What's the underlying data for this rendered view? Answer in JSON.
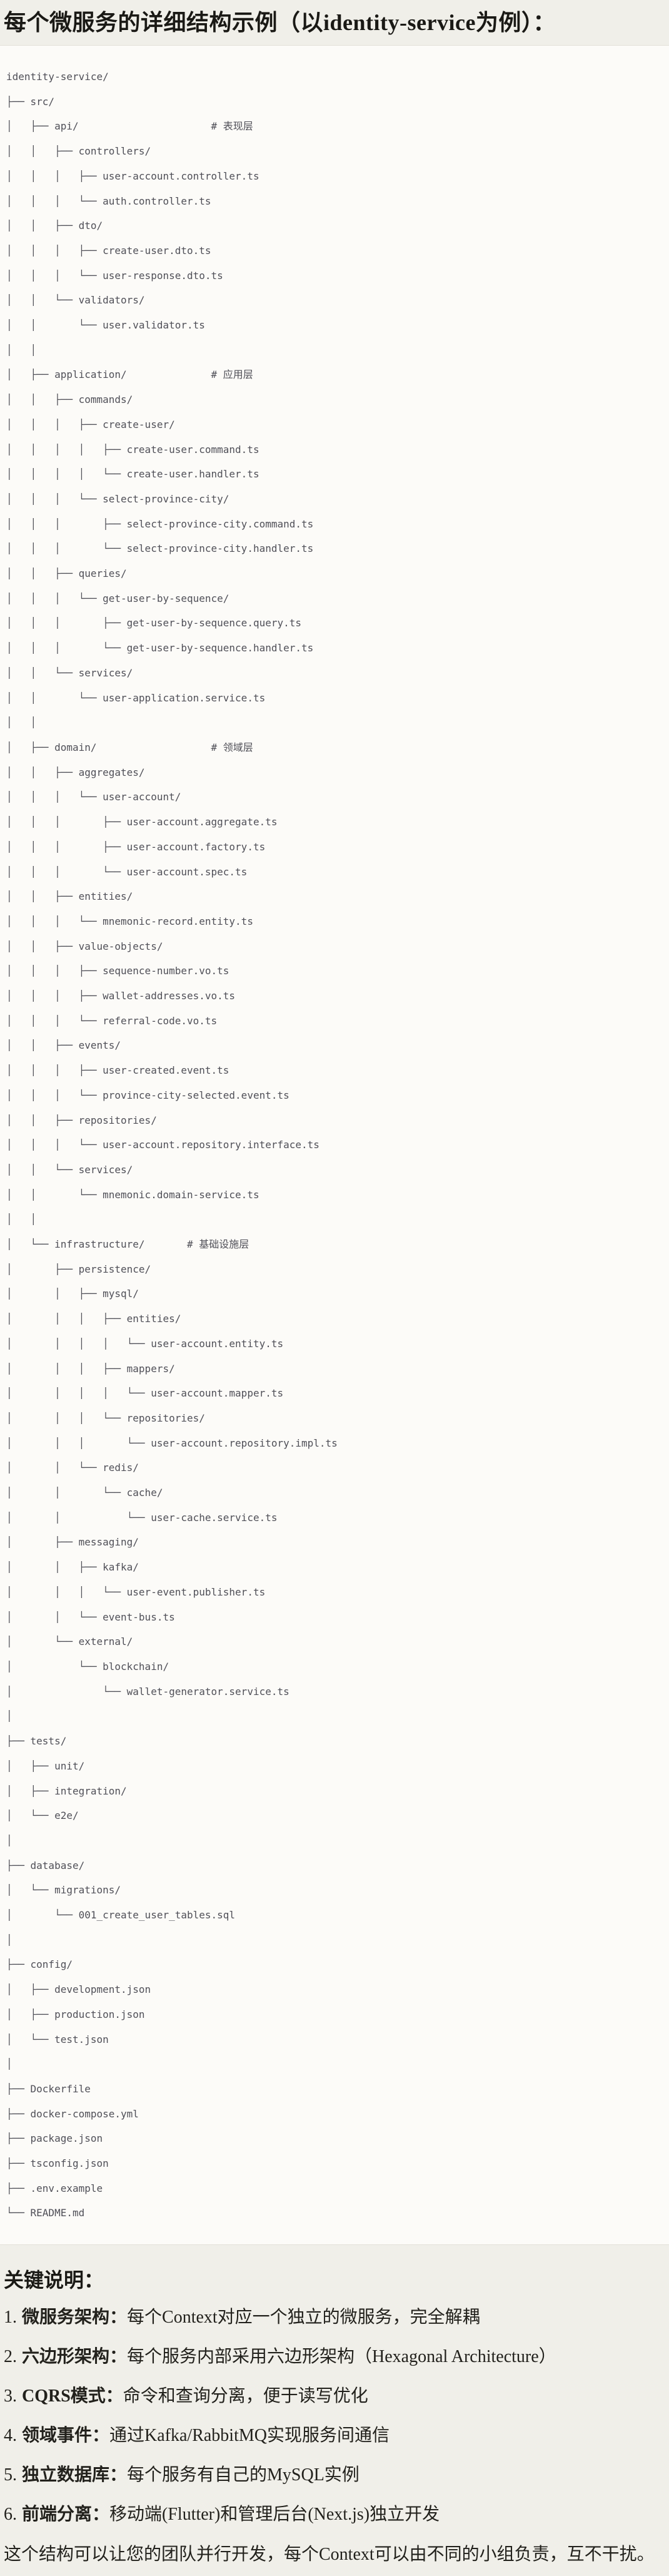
{
  "appearance": {
    "page_bg": "#F0EFE9",
    "code_bg": "#FCFBF8",
    "border": "#E3E1D9",
    "tree_text": "#4F4F57",
    "heading_text": "#1A1915",
    "body_text": "#22211C"
  },
  "page": {
    "title": "每个微服务的详细结构示例（以identity-service为例）："
  },
  "tree": {
    "text": "identity-service/\n├── src/\n│   ├── api/                      # 表现层\n│   │   ├── controllers/\n│   │   │   ├── user-account.controller.ts\n│   │   │   └── auth.controller.ts\n│   │   ├── dto/\n│   │   │   ├── create-user.dto.ts\n│   │   │   └── user-response.dto.ts\n│   │   └── validators/\n│   │       └── user.validator.ts\n│   │\n│   ├── application/              # 应用层\n│   │   ├── commands/\n│   │   │   ├── create-user/\n│   │   │   │   ├── create-user.command.ts\n│   │   │   │   └── create-user.handler.ts\n│   │   │   └── select-province-city/\n│   │   │       ├── select-province-city.command.ts\n│   │   │       └── select-province-city.handler.ts\n│   │   ├── queries/\n│   │   │   └── get-user-by-sequence/\n│   │   │       ├── get-user-by-sequence.query.ts\n│   │   │       └── get-user-by-sequence.handler.ts\n│   │   └── services/\n│   │       └── user-application.service.ts\n│   │\n│   ├── domain/                   # 领域层\n│   │   ├── aggregates/\n│   │   │   └── user-account/\n│   │   │       ├── user-account.aggregate.ts\n│   │   │       ├── user-account.factory.ts\n│   │   │       └── user-account.spec.ts\n│   │   ├── entities/\n│   │   │   └── mnemonic-record.entity.ts\n│   │   ├── value-objects/\n│   │   │   ├── sequence-number.vo.ts\n│   │   │   ├── wallet-addresses.vo.ts\n│   │   │   └── referral-code.vo.ts\n│   │   ├── events/\n│   │   │   ├── user-created.event.ts\n│   │   │   └── province-city-selected.event.ts\n│   │   ├── repositories/\n│   │   │   └── user-account.repository.interface.ts\n│   │   └── services/\n│   │       └── mnemonic.domain-service.ts\n│   │\n│   └── infrastructure/       # 基础设施层\n│       ├── persistence/\n│       │   ├── mysql/\n│       │   │   ├── entities/\n│       │   │   │   └── user-account.entity.ts\n│       │   │   ├── mappers/\n│       │   │   │   └── user-account.mapper.ts\n│       │   │   └── repositories/\n│       │   │       └── user-account.repository.impl.ts\n│       │   └── redis/\n│       │       └── cache/\n│       │           └── user-cache.service.ts\n│       ├── messaging/\n│       │   ├── kafka/\n│       │   │   └── user-event.publisher.ts\n│       │   └── event-bus.ts\n│       └── external/\n│           └── blockchain/\n│               └── wallet-generator.service.ts\n│\n├── tests/\n│   ├── unit/\n│   ├── integration/\n│   └── e2e/\n│\n├── database/\n│   └── migrations/\n│       └── 001_create_user_tables.sql\n│\n├── config/\n│   ├── development.json\n│   ├── production.json\n│   └── test.json\n│\n├── Dockerfile\n├── docker-compose.yml\n├── package.json\n├── tsconfig.json\n├── .env.example\n└── README.md"
  },
  "notes": {
    "heading": "关键说明：",
    "items": [
      {
        "num": "1.",
        "label": "微服务架构：",
        "text": "每个Context对应一个独立的微服务，完全解耦"
      },
      {
        "num": "2.",
        "label": "六边形架构：",
        "text": "每个服务内部采用六边形架构（Hexagonal Architecture）"
      },
      {
        "num": "3.",
        "label": "CQRS模式：",
        "text": "命令和查询分离，便于读写优化"
      },
      {
        "num": "4.",
        "label": "领域事件：",
        "text": "通过Kafka/RabbitMQ实现服务间通信"
      },
      {
        "num": "5.",
        "label": "独立数据库：",
        "text": "每个服务有自己的MySQL实例"
      },
      {
        "num": "6.",
        "label": "前端分离：",
        "text": "移动端(Flutter)和管理后台(Next.js)独立开发"
      }
    ],
    "footer": "这个结构可以让您的团队并行开发，每个Context可以由不同的小组负责，互不干扰。"
  }
}
